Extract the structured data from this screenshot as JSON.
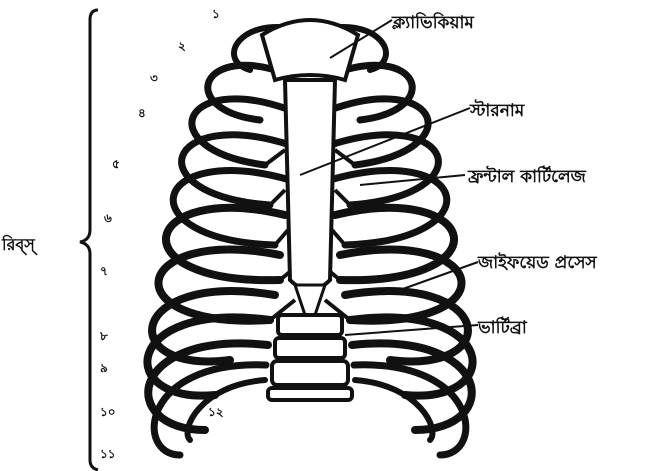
{
  "side_label": "রিব্‌স্‌",
  "labels": {
    "clavicle": "ক্ল্যাভিকিয়াম",
    "sternum": "স্টারনাম",
    "costal_cartilage": "ফ্রন্টাল কার্টিলেজ",
    "xiphoid": "জাইফয়েড প্রসেস",
    "vertebra": "ভার্টিব্রা"
  },
  "rib_numbers": [
    "১",
    "২",
    "৩",
    "৪",
    "৫",
    "৬",
    "৭",
    "৮",
    "৯",
    "১০",
    "১১",
    "১২"
  ],
  "colors": {
    "ink": "#111111",
    "paper": "#ffffff"
  }
}
